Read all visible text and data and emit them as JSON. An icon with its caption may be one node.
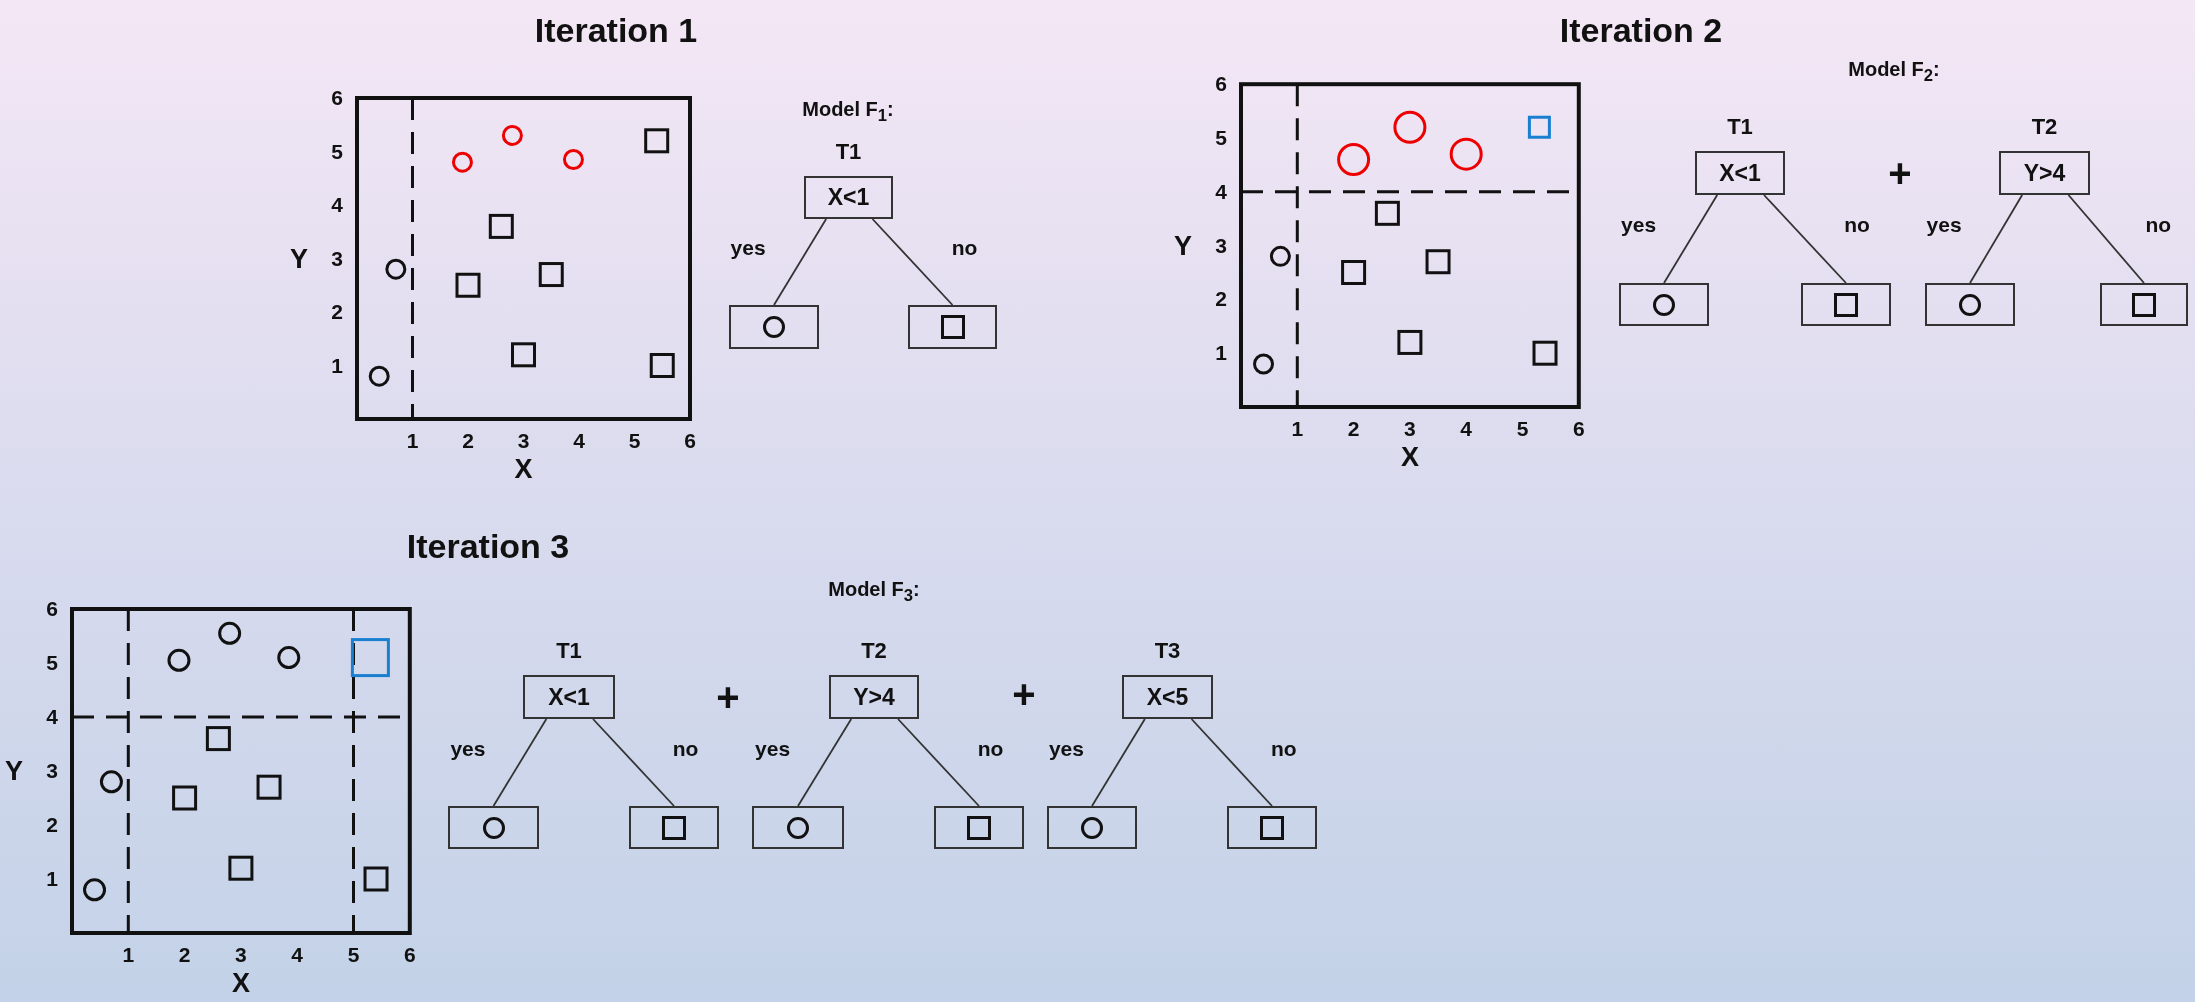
{
  "diagram": {
    "nodes": [
      {
        "text": [
          "X<1"
        ],
        "beside": [
          "T1"
        ]
      },
      {
        "text": [],
        "shape": "box"
      },
      {
        "text": [],
        "shape": "box"
      },
      {
        "text": [
          "X<1"
        ],
        "beside": [
          "T1"
        ]
      },
      {
        "text": [],
        "shape": "box"
      },
      {
        "text": [],
        "shape": "box"
      },
      {
        "text": [
          "Y>4"
        ],
        "beside": [
          "T2"
        ]
      },
      {
        "text": [],
        "shape": "box"
      },
      {
        "text": [],
        "shape": "box"
      },
      {
        "text": [
          "X<1"
        ],
        "beside": [
          "T1"
        ]
      },
      {
        "text": [],
        "shape": "box"
      },
      {
        "text": [],
        "shape": "box"
      },
      {
        "text": [
          "Y>4"
        ],
        "beside": [
          "T2"
        ]
      },
      {
        "text": [],
        "shape": "box"
      },
      {
        "text": [],
        "shape": "box"
      },
      {
        "text": [
          "X<5"
        ],
        "beside": [
          "T3"
        ]
      },
      {
        "text": [],
        "shape": "box"
      },
      {
        "text": [],
        "shape": "box"
      }
    ],
    "edges": [
      {
        "from": 0,
        "to": 1,
        "label": "yes",
        "arrow": "none"
      },
      {
        "from": 0,
        "to": 2,
        "label": "no",
        "arrow": "none"
      },
      {
        "from": 3,
        "to": 4,
        "label": "yes",
        "arrow": "none"
      },
      {
        "from": 3,
        "to": 5,
        "label": "no",
        "arrow": "none"
      },
      {
        "from": 6,
        "to": 7,
        "label": "yes",
        "arrow": "none"
      },
      {
        "from": 6,
        "to": 8,
        "label": "no",
        "arrow": "none"
      },
      {
        "from": 9,
        "to": 10,
        "label": "yes",
        "arrow": "none"
      },
      {
        "from": 9,
        "to": 11,
        "label": "no",
        "arrow": "none"
      },
      {
        "from": 12,
        "to": 13,
        "label": "yes",
        "arrow": "none"
      },
      {
        "from": 12,
        "to": 14,
        "label": "no",
        "arrow": "none"
      },
      {
        "from": 15,
        "to": 16,
        "label": "yes",
        "arrow": "none"
      },
      {
        "from": 15,
        "to": 17,
        "label": "no",
        "arrow": "none"
      }
    ],
    "labels": [
      "Iteration 1",
      "Iteration 2",
      "Model F$_{1}$:",
      "Model F$_{2}$:",
      "+",
      "Iteration 3",
      "Model F$_{3}$:",
      "+",
      "+",
      "6",
      "5",
      "4",
      "3",
      "2",
      "1",
      "Y",
      "1",
      "2",
      "3",
      "4",
      "5",
      "6",
      "X",
      "6",
      "5",
      "4",
      "3",
      "2",
      "1",
      "Y",
      "1",
      "2",
      "3",
      "4",
      "5",
      "6",
      "X",
      "6",
      "5",
      "4",
      "3",
      "2",
      "1",
      "Y",
      "1",
      "2",
      "3",
      "4",
      "5",
      "6",
      "X"
    ]
  }
}
